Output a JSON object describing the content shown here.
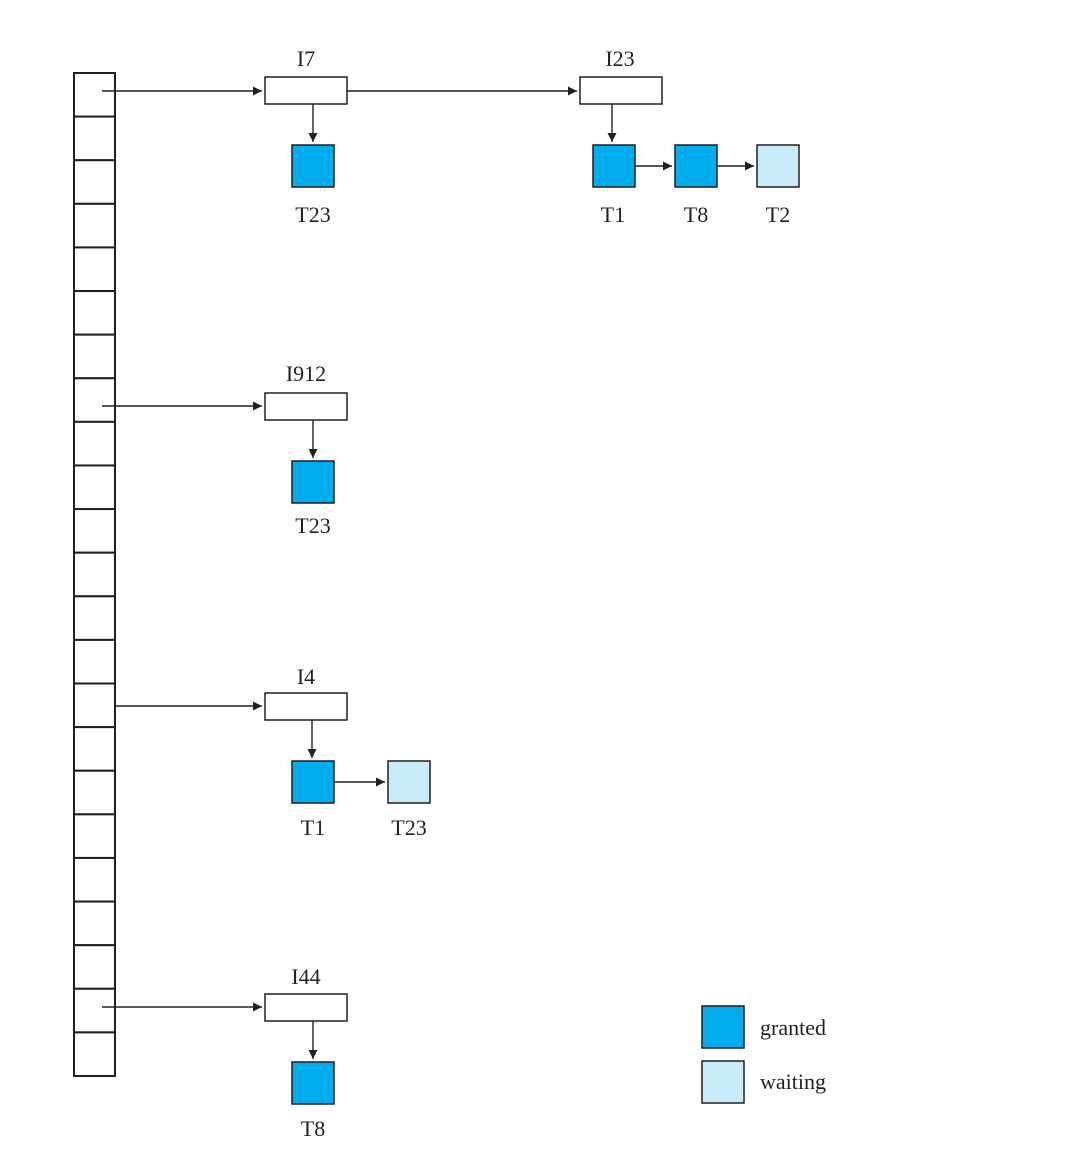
{
  "colors": {
    "granted": "#00aeef",
    "waiting": "#c9eaf8",
    "line": "#231f20"
  },
  "legend": {
    "granted": "granted",
    "waiting": "waiting"
  },
  "chains": [
    {
      "items": [
        {
          "label": "I7",
          "requests": [
            {
              "label": "T23",
              "status": "granted"
            }
          ]
        },
        {
          "label": "I23",
          "requests": [
            {
              "label": "T1",
              "status": "granted"
            },
            {
              "label": "T8",
              "status": "granted"
            },
            {
              "label": "T2",
              "status": "waiting"
            }
          ]
        }
      ]
    },
    {
      "items": [
        {
          "label": "I912",
          "requests": [
            {
              "label": "T23",
              "status": "granted"
            }
          ]
        }
      ]
    },
    {
      "items": [
        {
          "label": "I4",
          "requests": [
            {
              "label": "T1",
              "status": "granted"
            },
            {
              "label": "T23",
              "status": "waiting"
            }
          ]
        }
      ]
    },
    {
      "items": [
        {
          "label": "I44",
          "requests": [
            {
              "label": "T8",
              "status": "granted"
            }
          ]
        }
      ]
    }
  ]
}
